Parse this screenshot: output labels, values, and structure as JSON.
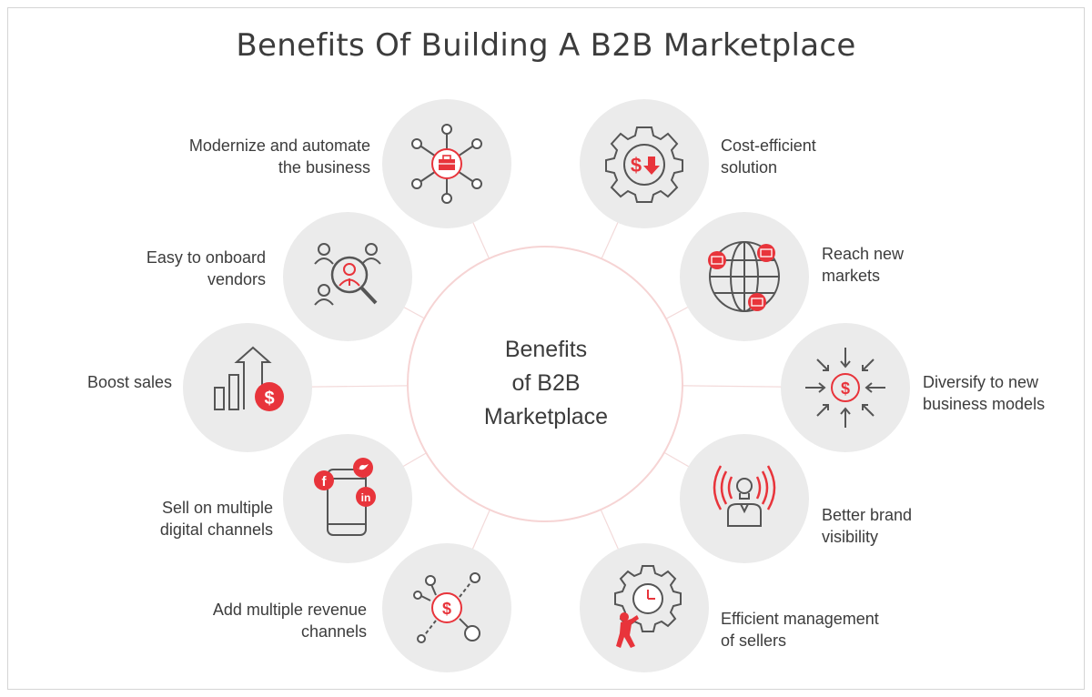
{
  "title": "Benefits Of Building A B2B Marketplace",
  "center": {
    "line1": "Benefits",
    "line2": "of B2B",
    "line3": "Marketplace"
  },
  "colors": {
    "accent": "#e8343b",
    "icon_stroke": "#555555",
    "circle_fill": "#ebebeb",
    "center_ring": "#f6d4d4",
    "text": "#3c3c3c"
  },
  "benefits": [
    {
      "icon": "network-briefcase-icon",
      "line1": "Modernize and automate",
      "line2": "the business"
    },
    {
      "icon": "gear-dollar-down-icon",
      "line1": "Cost-efficient",
      "line2": "solution"
    },
    {
      "icon": "search-user-icon",
      "line1": "Easy to onboard",
      "line2": "vendors"
    },
    {
      "icon": "globe-stores-icon",
      "line1": "Reach new",
      "line2": "markets"
    },
    {
      "icon": "growth-bars-dollar-icon",
      "line1": "Boost sales",
      "line2": ""
    },
    {
      "icon": "converging-arrows-dollar-icon",
      "line1": "Diversify to new",
      "line2": "business models"
    },
    {
      "icon": "phone-social-icon",
      "line1": "Sell on multiple",
      "line2": "digital channels"
    },
    {
      "icon": "person-broadcast-icon",
      "line1": "Better brand",
      "line2": "visibility"
    },
    {
      "icon": "dollar-network-icon",
      "line1": "Add multiple revenue",
      "line2": "channels"
    },
    {
      "icon": "gear-clock-person-icon",
      "line1": "Efficient management",
      "line2": "of sellers"
    }
  ]
}
